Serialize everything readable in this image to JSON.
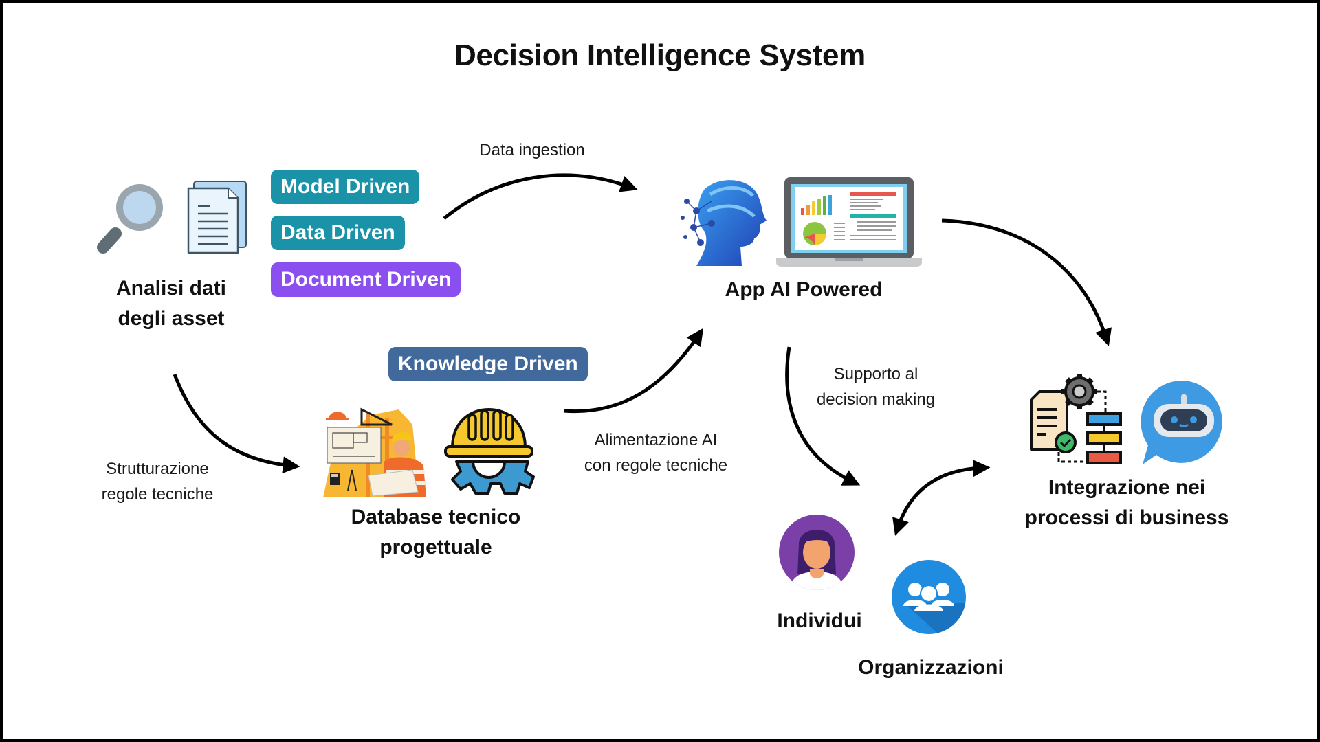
{
  "title": "Decision Intelligence System",
  "nodes": {
    "asset_analysis": {
      "line1": "Analisi dati",
      "line2": "degli asset"
    },
    "ai_app": {
      "label": "App AI Powered"
    },
    "tech_db": {
      "line1": "Database tecnico",
      "line2": "progettuale"
    },
    "business_integration": {
      "line1": "Integrazione nei",
      "line2": "processi di business"
    },
    "individuals": {
      "label": "Individui"
    },
    "organizations": {
      "label": "Organizzazioni"
    }
  },
  "pills": {
    "model_driven": {
      "label": "Model Driven",
      "color": "#1a93a8"
    },
    "data_driven": {
      "label": "Data Driven",
      "color": "#1a93a8"
    },
    "document_driven": {
      "label": "Document Driven",
      "color": "#8b4ff0"
    },
    "knowledge_driven": {
      "label": "Knowledge Driven",
      "color": "#41699c"
    }
  },
  "edges": {
    "data_ingestion": {
      "label": "Data ingestion"
    },
    "structuring": {
      "line1": "Strutturazione",
      "line2": "regole tecniche"
    },
    "ai_feeding": {
      "line1": "Alimentazione AI",
      "line2": "con regole tecniche"
    },
    "decision_support": {
      "line1": "Supporto al",
      "line2": "decision making"
    }
  },
  "icons": {
    "magnifier": "magnifying-glass-icon",
    "document": "document-icon",
    "ai_head": "ai-head-icon",
    "laptop_dashboard": "laptop-dashboard-icon",
    "engineer": "engineer-illustration-icon",
    "helmet_gear": "helmet-gear-icon",
    "process_flow": "process-flow-icon",
    "chatbot": "chatbot-icon",
    "person": "person-avatar-icon",
    "group": "group-icon"
  }
}
